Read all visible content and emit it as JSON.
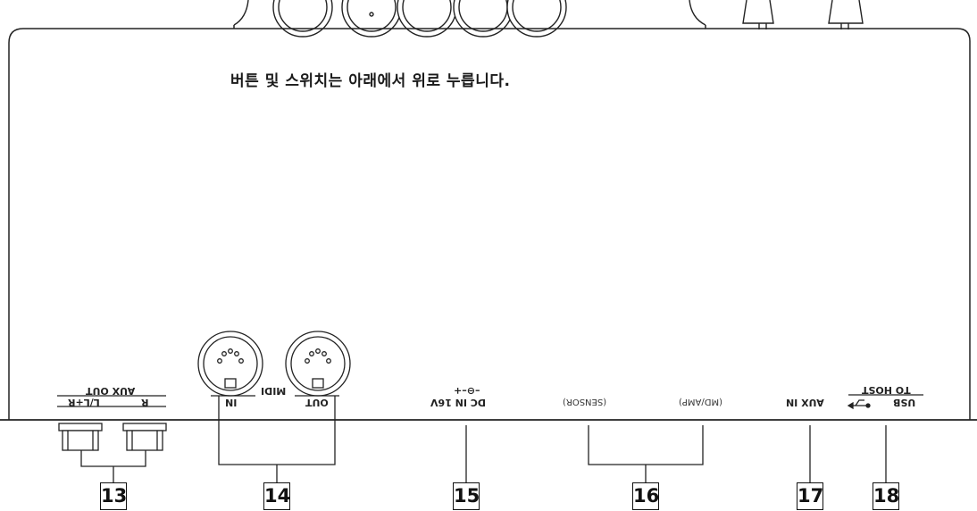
{
  "note": "버튼 및 스위치는 아래에서 위로 누릅니다.",
  "labels": {
    "aux_out": "AUX OUT",
    "aux_out_r": "R",
    "aux_out_l": "L/L+R",
    "midi": "MIDI",
    "midi_in": "IN",
    "midi_out": "OUT",
    "dc_in": "DC IN 16V",
    "dc_polarity": "–⊖–+",
    "sensor": "(SENSOR)",
    "md_amp": "(MD/AMP)",
    "aux_in": "AUX IN",
    "usb": "USB",
    "to_host": "TO HOST"
  },
  "callouts": [
    "13",
    "14",
    "15",
    "16",
    "17",
    "18"
  ]
}
